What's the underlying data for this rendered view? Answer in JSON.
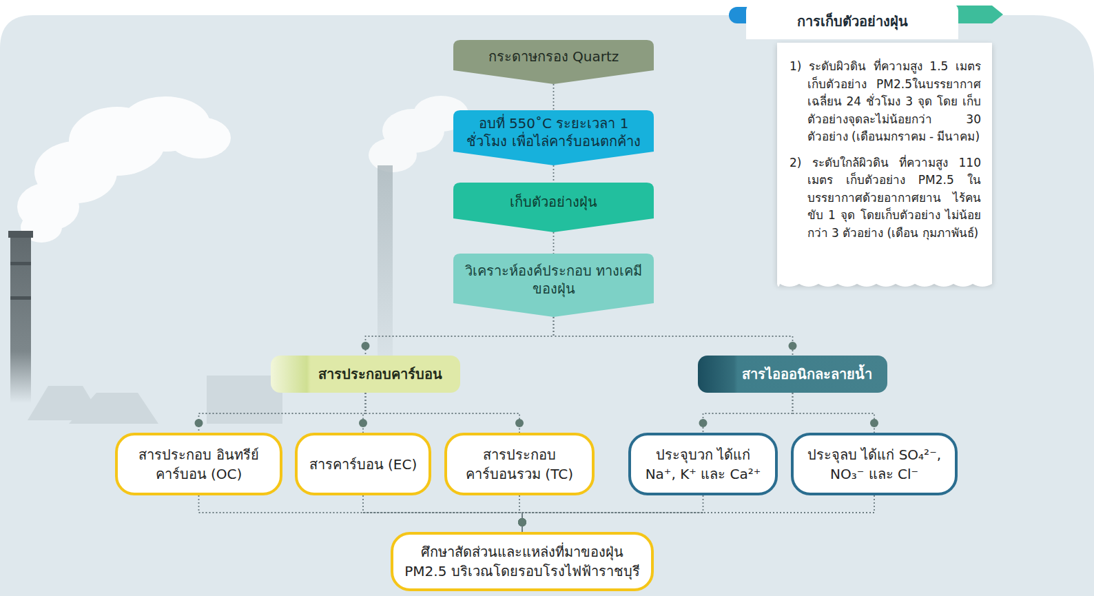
{
  "diagram": {
    "nodes": [
      {
        "text": [
          "กระดาษกรอง Quartz"
        ]
      },
      {
        "text": [
          "อบที่ 550˚C ระยะเวลา 1 ชั่วโมง เพื่อไล่คาร์บอนตกค้าง"
        ]
      },
      {
        "text": [
          "เก็บตัวอย่างฝุ่น"
        ]
      },
      {
        "text": [
          "วิเคราะห์องค์ประกอบ ทางเคมีของฝุ่น"
        ]
      },
      {
        "text": [
          "การเก็บตัวอย่างฝุ่น",
          "1) ระดับผิวดิน ที่ความสูง 1.5 เมตร เก็บตัวอย่าง PM2.5ในบรรยากาศ เฉลี่ยน 24 ชั่วโมง 3 จุด โดย เก็บตัวอย่างจุดละไม่น้อยกว่า 30 ตัวอย่าง (เดือนมกราคม - มีนาคม)",
          "2) ระดับใกล้ผิวดิน ที่ความสูง 110 เมตร เก็บตัวอย่าง PM2.5 ในบรรยากาศด้วยอากาศยาน ไร้คนขับ 1 จุด โดยเก็บตัวอย่าง ไม่น้อยกว่า 3 ตัวอย่าง (เดือน กุมภาพันธ์)"
        ]
      },
      {
        "text": [
          "สารประกอบคาร์บอน"
        ]
      },
      {
        "text": [
          "สารไอออนิกละลายน้ำ"
        ]
      },
      {
        "text": [
          "สารประกอบ อินทรีย์คาร์บอน (OC)"
        ]
      },
      {
        "text": [
          "สารคาร์บอน (EC)"
        ]
      },
      {
        "text": [
          "สารประกอบ คาร์บอนรวม (TC)"
        ]
      },
      {
        "text": [
          "ประจุบวก ได้แก่ Na⁺, K⁺ และ Ca²⁺"
        ]
      },
      {
        "text": [
          "ประจุลบ ได้แก่ SO₄²⁻, NO₃⁻ และ Cl⁻"
        ]
      },
      {
        "text": [
          "ศึกษาสัดส่วนและแหล่งที่มาของฝุ่น PM2.5 บริเวณโดยรอบโรงไฟฟ้าราชบุรี"
        ]
      }
    ],
    "edges": [
      {
        "from": 0,
        "to": 1,
        "arrow": "none"
      },
      {
        "from": 1,
        "to": 2,
        "arrow": "none"
      },
      {
        "from": 2,
        "to": 3,
        "arrow": "none"
      },
      {
        "from": 3,
        "to": 5,
        "arrow": "none"
      },
      {
        "from": 3,
        "to": 6,
        "arrow": "none"
      },
      {
        "from": 5,
        "to": 7,
        "arrow": "none"
      },
      {
        "from": 5,
        "to": 8,
        "arrow": "none"
      },
      {
        "from": 5,
        "to": 9,
        "arrow": "none"
      },
      {
        "from": 6,
        "to": 10,
        "arrow": "none"
      },
      {
        "from": 6,
        "to": 11,
        "arrow": "none"
      },
      {
        "from": 7,
        "to": 12,
        "arrow": "none"
      },
      {
        "from": 8,
        "to": 12,
        "arrow": "none"
      },
      {
        "from": 9,
        "to": 12,
        "arrow": "none"
      },
      {
        "from": 10,
        "to": 12,
        "arrow": "none"
      },
      {
        "from": 11,
        "to": 12,
        "arrow": "none"
      }
    ]
  }
}
